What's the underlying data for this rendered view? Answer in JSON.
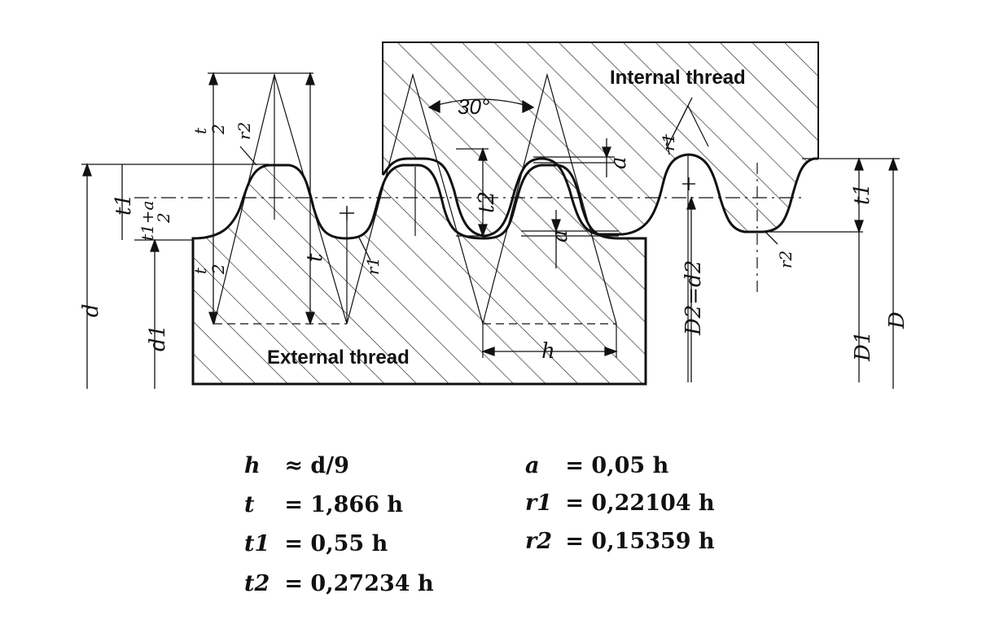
{
  "labels": {
    "internal_thread": "Internal thread",
    "external_thread": "External thread",
    "angle": "30°",
    "d": "d",
    "d1": "d1",
    "t1_left": "t1",
    "t1a2": "t1+a",
    "t1a2_den": "2",
    "t_half_top": "t",
    "t_half_top_den": "2",
    "t_half_bot": "t",
    "t_half_bot_den": "2",
    "t": "t",
    "r1_left": "r1",
    "r2_left": "r2",
    "t2": "t2",
    "a_upper": "a",
    "a_lower": "a",
    "h": "h",
    "r1_right": "r1",
    "r2_right": "r2",
    "D2d2": "D2=d2",
    "D1": "D1",
    "D": "D",
    "t1_right": "t1"
  },
  "formulas": {
    "left": [
      {
        "sym": "h",
        "val": "≈ d/9"
      },
      {
        "sym": "t",
        "val": "= 1,866 h"
      },
      {
        "sym": "t1",
        "val": "= 0,55 h"
      },
      {
        "sym": "t2",
        "val": "= 0,27234 h"
      }
    ],
    "right": [
      {
        "sym": "a",
        "val": "= 0,05 h"
      },
      {
        "sym": "r1",
        "val": "= 0,22104 h"
      },
      {
        "sym": "r2",
        "val": "= 0,15359 h"
      }
    ]
  }
}
